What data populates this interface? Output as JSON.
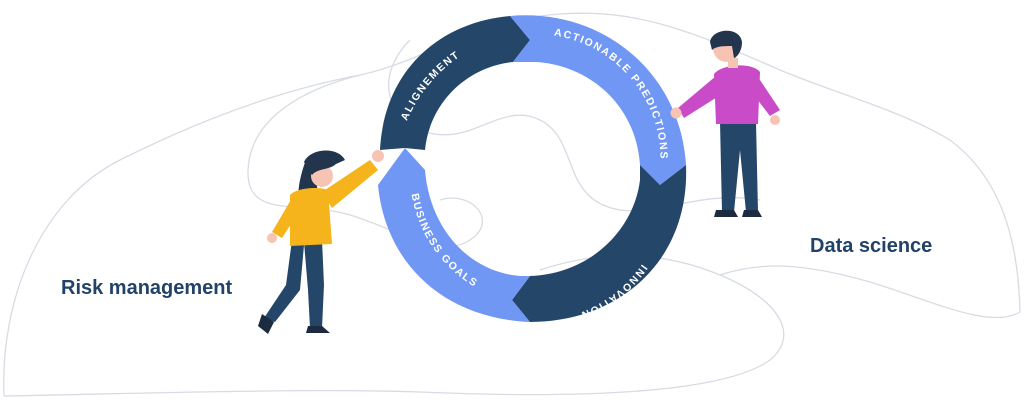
{
  "cycle": {
    "segments": [
      {
        "label": "ALIGNEMENT",
        "color": "#244669"
      },
      {
        "label": "ACTIONABLE PREDICTIONS",
        "color": "#6f97f3"
      },
      {
        "label": "INNOVATION",
        "color": "#244669"
      },
      {
        "label": "BUSINESS GOALS",
        "color": "#6f97f3"
      }
    ]
  },
  "areas": {
    "left": "Risk management",
    "right": "Data science"
  },
  "colors": {
    "dark_navy": "#244669",
    "periwinkle": "#6f97f3",
    "outline": "#d7dbe3",
    "text": "#22426a",
    "woman_shirt": "#f5b41c",
    "man_shirt": "#c94bc7",
    "pants": "#244669",
    "hair": "#23344d",
    "skin": "#f7c4b4"
  }
}
